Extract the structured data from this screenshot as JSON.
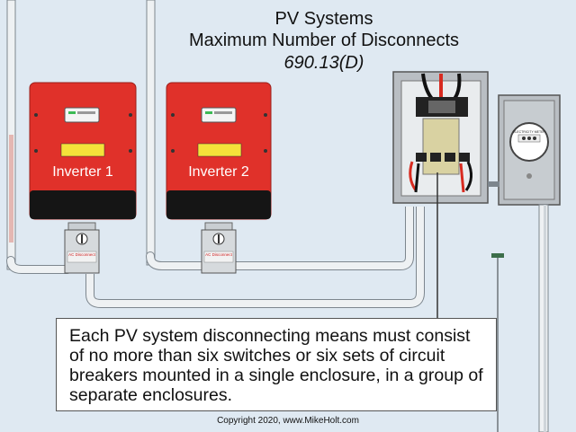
{
  "title": {
    "line1": "PV Systems",
    "line2": "Maximum Number of Disconnects",
    "code": "690.13(D)"
  },
  "inverters": [
    {
      "label": "Inverter 1",
      "disconnect_label": "AC Disconnect"
    },
    {
      "label": "Inverter 2",
      "disconnect_label": "AC Disconnect"
    }
  ],
  "meter": {
    "brand": "ELECTRICITY METER"
  },
  "callout": {
    "text": "Each PV system disconnecting means must consist of no more than six switches or six sets of circuit breakers mounted in a single enclosure, in a group of separate enclosures."
  },
  "copyright": "Copyright 2020, www.MikeHolt.com",
  "colors": {
    "background": "#dfe9f2",
    "inverter_red": "#e0312a",
    "inverter_base": "#111111",
    "conduit": "#e8ecef",
    "panel_gray": "#b9bec3"
  }
}
